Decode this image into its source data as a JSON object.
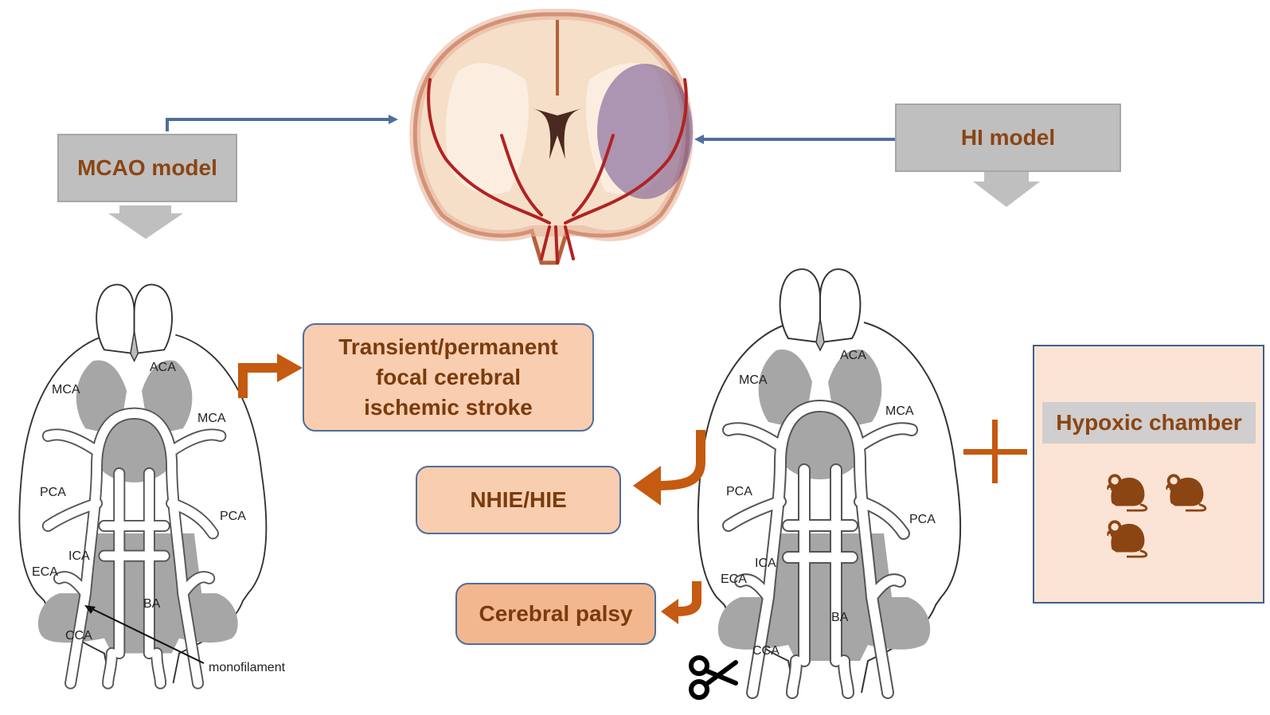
{
  "mcao_model": {
    "label": "MCAO model"
  },
  "hi_model": {
    "label": "HI model"
  },
  "outcomes": {
    "stroke": "Transient/permanent\nfocal cerebral\nischemic stroke",
    "nhie": "NHIE/HIE",
    "palsy": "Cerebral palsy"
  },
  "hypoxic_chamber": {
    "label": "Hypoxic chamber",
    "animal_icon": "rat-icon",
    "animal_count": 3
  },
  "left_vessel_labels": {
    "aca": "ACA",
    "mca_left": "MCA",
    "mca_right": "MCA",
    "pca_left": "PCA",
    "pca_right": "PCA",
    "ica": "ICA",
    "eca": "ECA",
    "ba": "BA",
    "cca": "CCA",
    "monofilament": "monofilament"
  },
  "right_vessel_labels": {
    "aca": "ACA",
    "mca_left": "MCA",
    "mca_right": "MCA",
    "pca_left": "PCA",
    "pca_right": "PCA",
    "ica": "ICA",
    "eca": "ECA",
    "ba": "BA",
    "cca": "CCA"
  },
  "icons": {
    "brain": "coronal-brain-section-icon",
    "cut": "scissors-icon",
    "plus": "plus-icon"
  },
  "colors": {
    "box_gray": "#bfbfbf",
    "text_brown": "#8b4513",
    "arrow_orange": "#c55a11",
    "box_orange_light": "#f8cdb0",
    "box_orange_mid": "#f3b78f",
    "chamber_bg": "#fbe4d5"
  }
}
